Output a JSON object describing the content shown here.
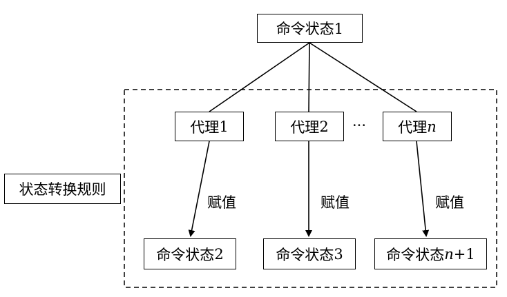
{
  "root": {
    "label": "命令状态1"
  },
  "rule": {
    "label": "状态转换规则"
  },
  "agents": [
    {
      "prefix": "代理",
      "suffix": "1",
      "italic": false
    },
    {
      "prefix": "代理",
      "suffix": "2",
      "italic": false
    },
    {
      "prefix": "代理",
      "suffix": "n",
      "italic": true
    }
  ],
  "ellipsis": "···",
  "assign_label": "赋值",
  "states": [
    {
      "prefix": "命令状态",
      "var": "",
      "rest": "2"
    },
    {
      "prefix": "命令状态",
      "var": "",
      "rest": "3"
    },
    {
      "prefix": "命令状态",
      "var": "n",
      "rest": "+1"
    }
  ]
}
